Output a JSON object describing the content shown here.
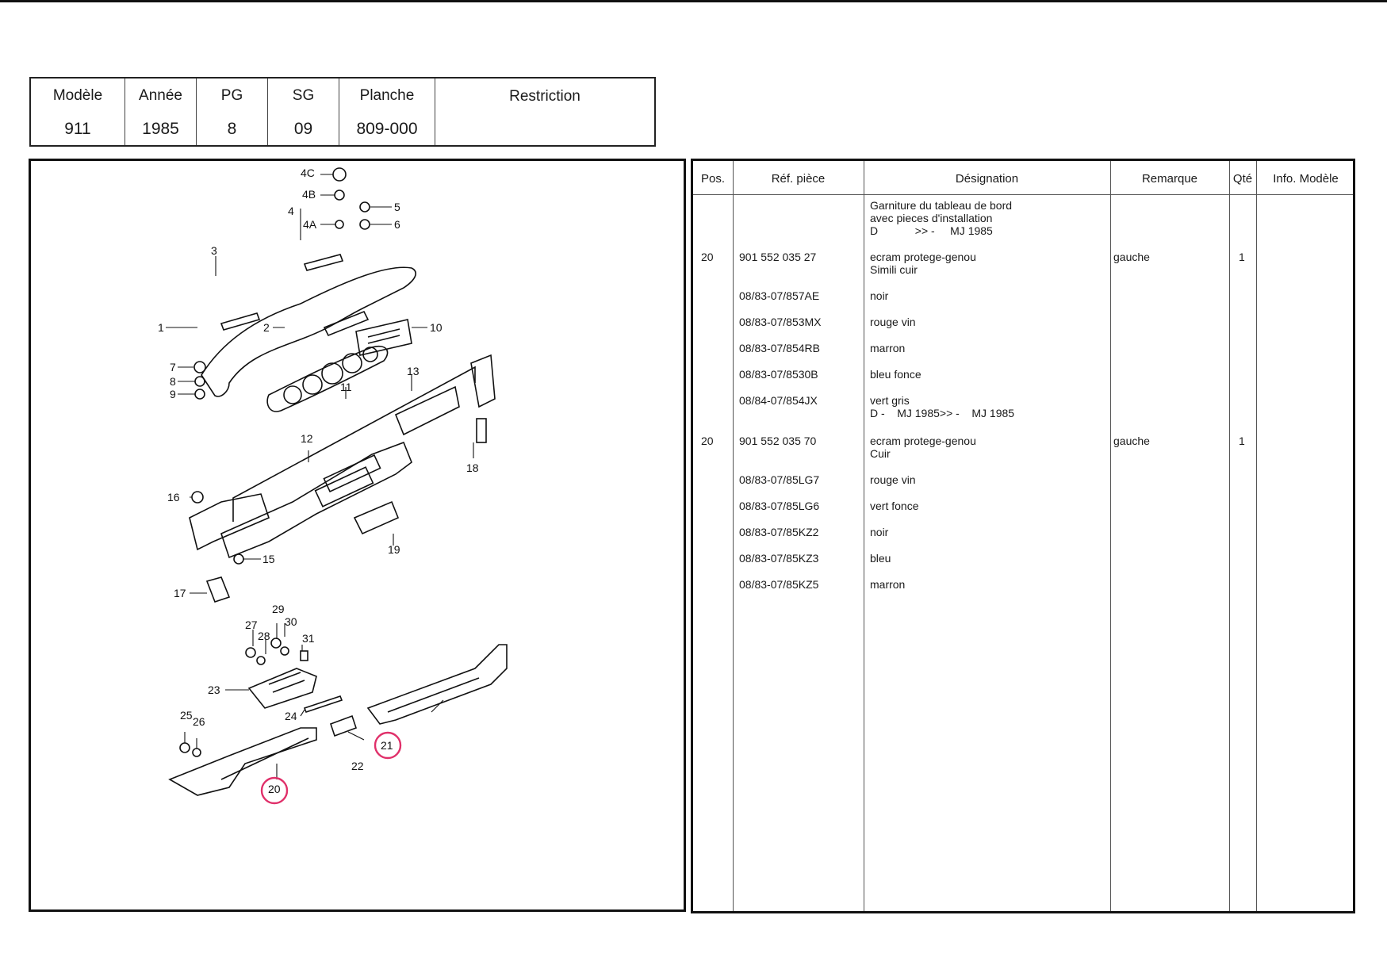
{
  "header": {
    "labels": [
      "Modèle",
      "Année",
      "PG",
      "SG",
      "Planche",
      "Restriction"
    ],
    "values": [
      "911",
      "1985",
      "8",
      "09",
      "809-000",
      ""
    ]
  },
  "diagram": {
    "callouts": [
      "1",
      "2",
      "3",
      "4",
      "4A",
      "4B",
      "4C",
      "5",
      "6",
      "7",
      "8",
      "9",
      "10",
      "11",
      "12",
      "13",
      "15",
      "16",
      "17",
      "18",
      "19",
      "20",
      "21",
      "22",
      "23",
      "24",
      "25",
      "26",
      "27",
      "28",
      "29",
      "30",
      "31"
    ],
    "highlighted": [
      "20",
      "21"
    ],
    "highlight_color": "#e0306a"
  },
  "parts": {
    "columns": [
      "Pos.",
      "Réf. pièce",
      "Désignation",
      "Remarque",
      "Qté",
      "Info. Modèle"
    ],
    "rows": [
      {
        "pos": "",
        "ref": "",
        "designation": [
          "Garniture du tableau de bord",
          "avec pieces d'installation",
          "D            >> -     MJ 1985"
        ],
        "remarque": "",
        "qte": ""
      },
      {
        "pos": "20",
        "ref": "901 552 035 27",
        "designation": [
          "ecram protege-genou",
          "Simili cuir"
        ],
        "remarque": "gauche",
        "qte": "1"
      },
      {
        "pos": "",
        "ref": "08/83-07/857AE",
        "designation": [
          "noir"
        ],
        "remarque": "",
        "qte": ""
      },
      {
        "pos": "",
        "ref": "08/83-07/853MX",
        "designation": [
          "rouge vin"
        ],
        "remarque": "",
        "qte": ""
      },
      {
        "pos": "",
        "ref": "08/83-07/854RB",
        "designation": [
          "marron"
        ],
        "remarque": "",
        "qte": ""
      },
      {
        "pos": "",
        "ref": "08/83-07/8530B",
        "designation": [
          "bleu fonce"
        ],
        "remarque": "",
        "qte": ""
      },
      {
        "pos": "",
        "ref": "08/84-07/854JX",
        "designation": [
          "vert gris",
          "D -    MJ 1985>> -    MJ 1985"
        ],
        "remarque": "",
        "qte": ""
      },
      {
        "pos": "20",
        "ref": "901 552 035 70",
        "designation": [
          "ecram protege-genou",
          "Cuir"
        ],
        "remarque": "gauche",
        "qte": "1"
      },
      {
        "pos": "",
        "ref": "08/83-07/85LG7",
        "designation": [
          "rouge vin"
        ],
        "remarque": "",
        "qte": ""
      },
      {
        "pos": "",
        "ref": "08/83-07/85LG6",
        "designation": [
          "vert fonce"
        ],
        "remarque": "",
        "qte": ""
      },
      {
        "pos": "",
        "ref": "08/83-07/85KZ2",
        "designation": [
          "noir"
        ],
        "remarque": "",
        "qte": ""
      },
      {
        "pos": "",
        "ref": "08/83-07/85KZ3",
        "designation": [
          "bleu"
        ],
        "remarque": "",
        "qte": ""
      },
      {
        "pos": "",
        "ref": "08/83-07/85KZ5",
        "designation": [
          "marron"
        ],
        "remarque": "",
        "qte": ""
      }
    ]
  }
}
